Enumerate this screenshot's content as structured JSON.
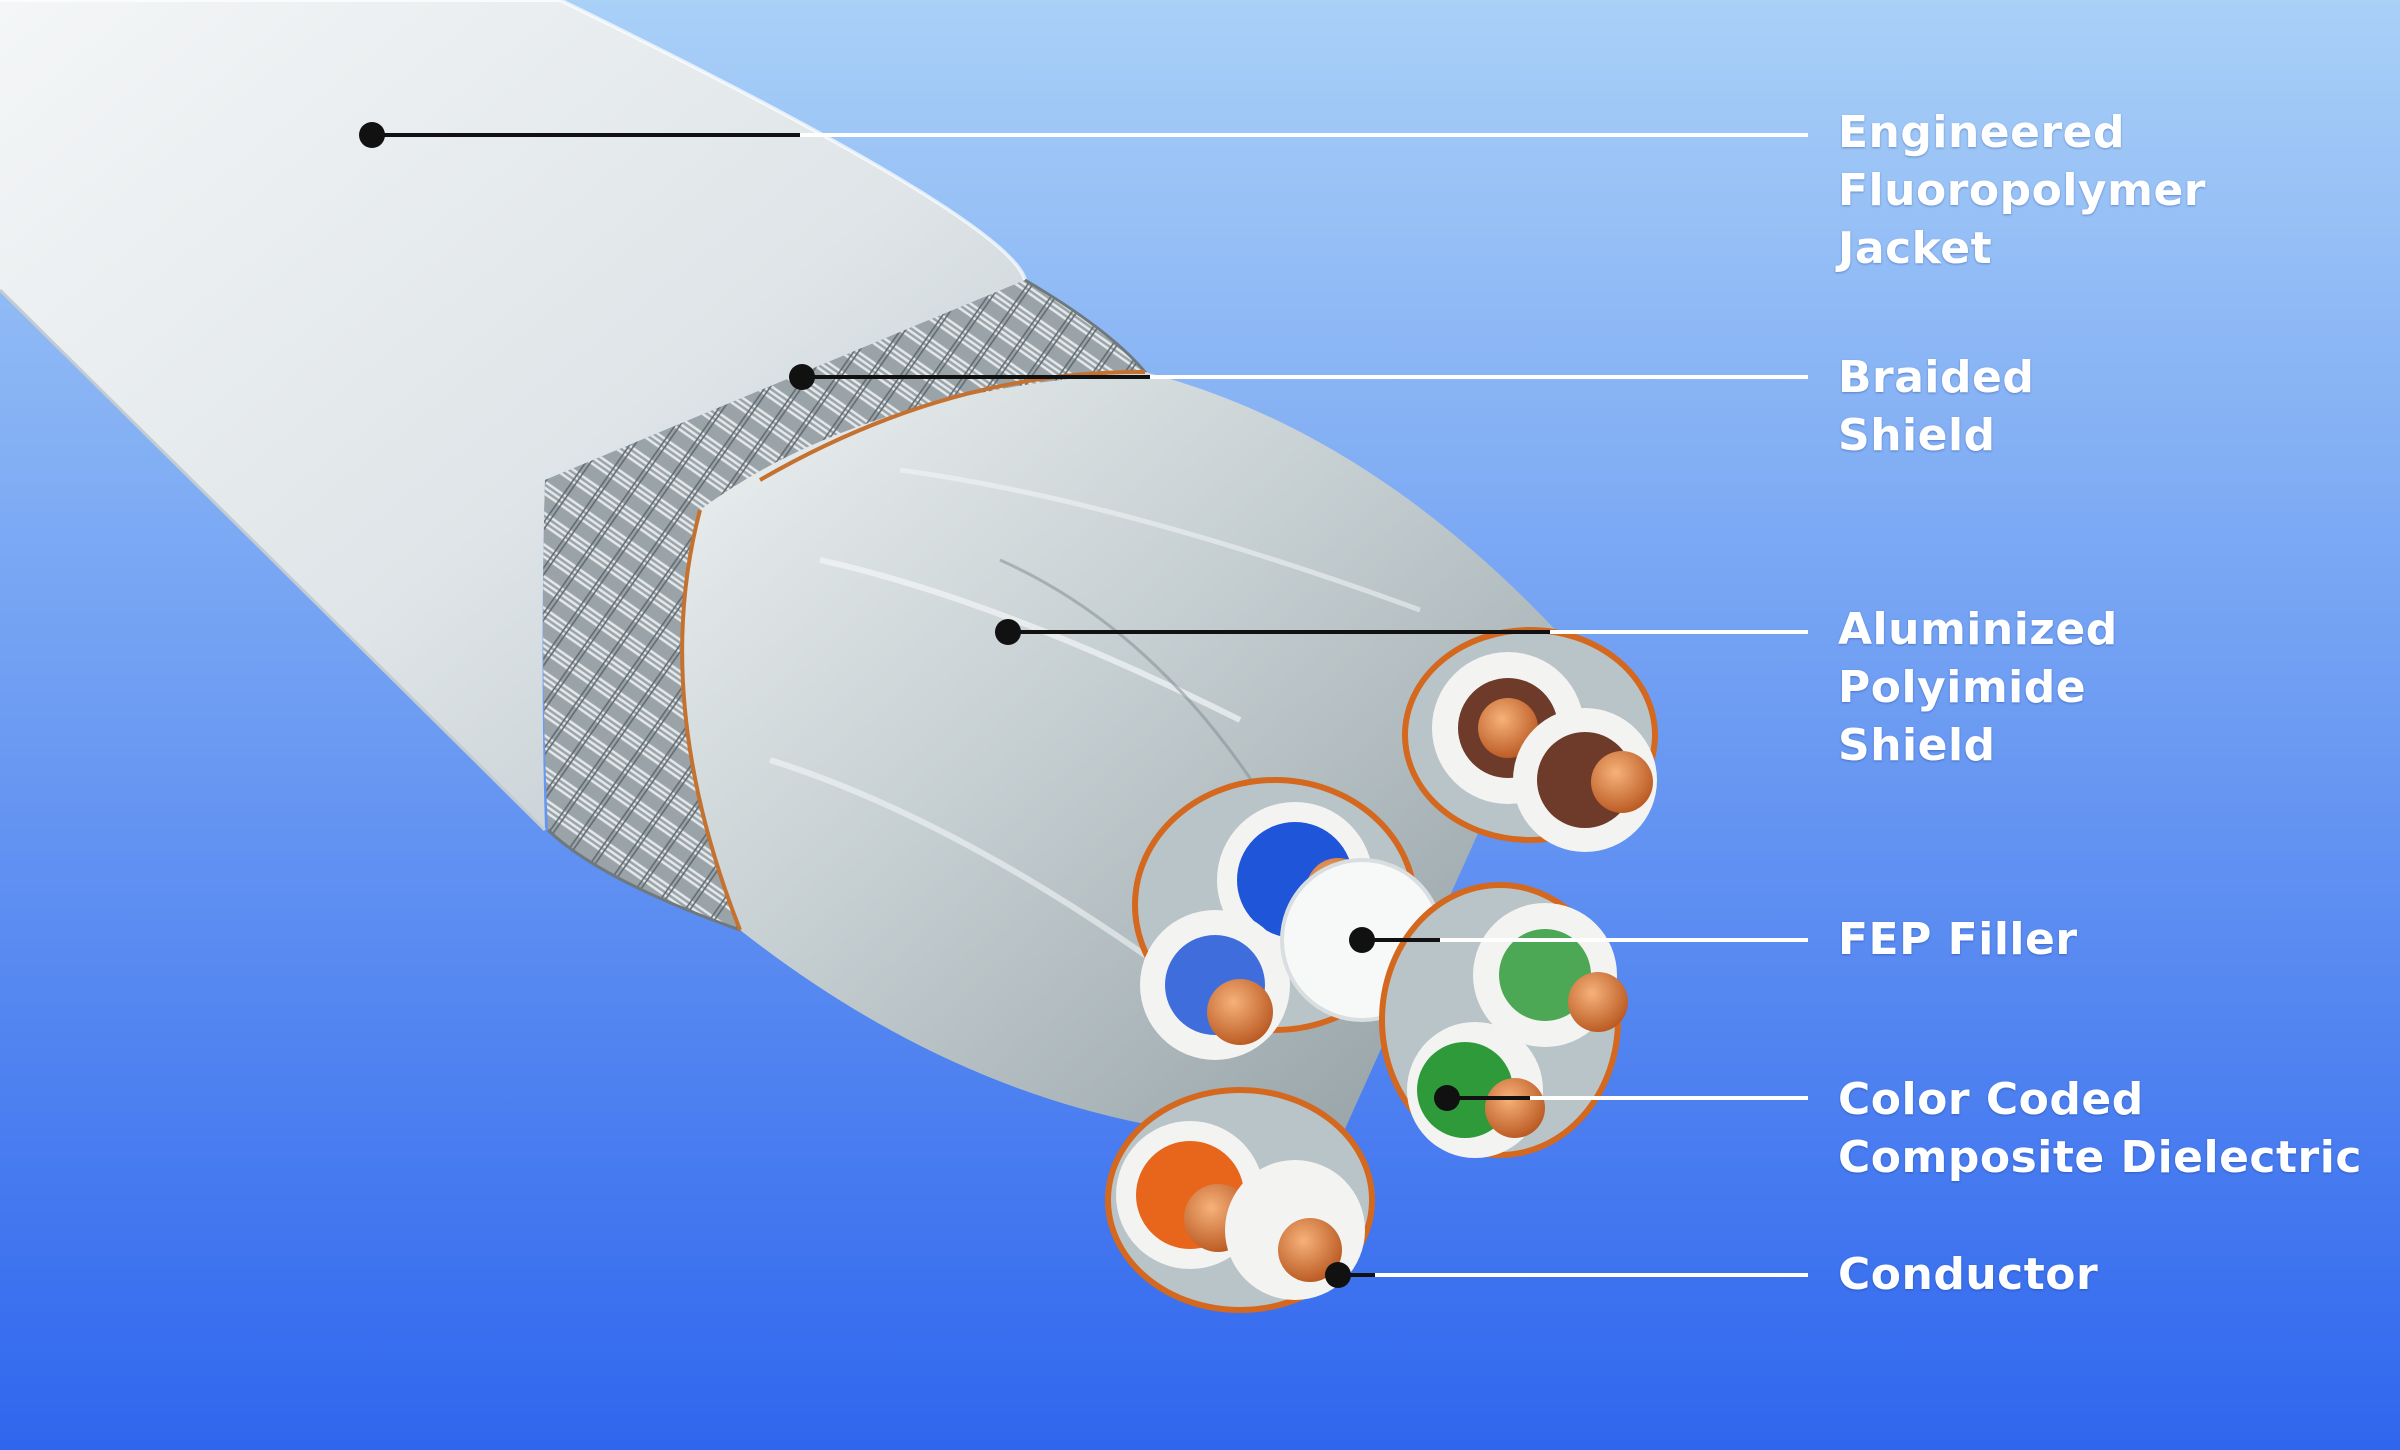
{
  "colors": {
    "background_top": "#a9d0f7",
    "background_bottom": "#2f66ee",
    "jacket": "#e6ebee",
    "foil": "#c9d3d6",
    "copper": "#d8743a",
    "label_text": "#ffffff",
    "leader_line": "#ffffff",
    "leader_dot": "#111111",
    "pair_blue": "#1f55d8",
    "pair_brown": "#6e3a2a",
    "pair_green": "#2e9a3a",
    "pair_orange": "#e8661c"
  },
  "callouts": [
    {
      "id": "jacket",
      "lines": [
        "Engineered",
        "Fluoropolymer",
        "Jacket"
      ]
    },
    {
      "id": "braid",
      "lines": [
        "Braided",
        "Shield"
      ]
    },
    {
      "id": "foil",
      "lines": [
        "Aluminized",
        "Polyimide",
        "Shield"
      ]
    },
    {
      "id": "filler",
      "lines": [
        "FEP Filler"
      ]
    },
    {
      "id": "dielectric",
      "lines": [
        "Color Coded",
        "Composite Dielectric"
      ]
    },
    {
      "id": "conductor",
      "lines": [
        "Conductor"
      ]
    }
  ]
}
